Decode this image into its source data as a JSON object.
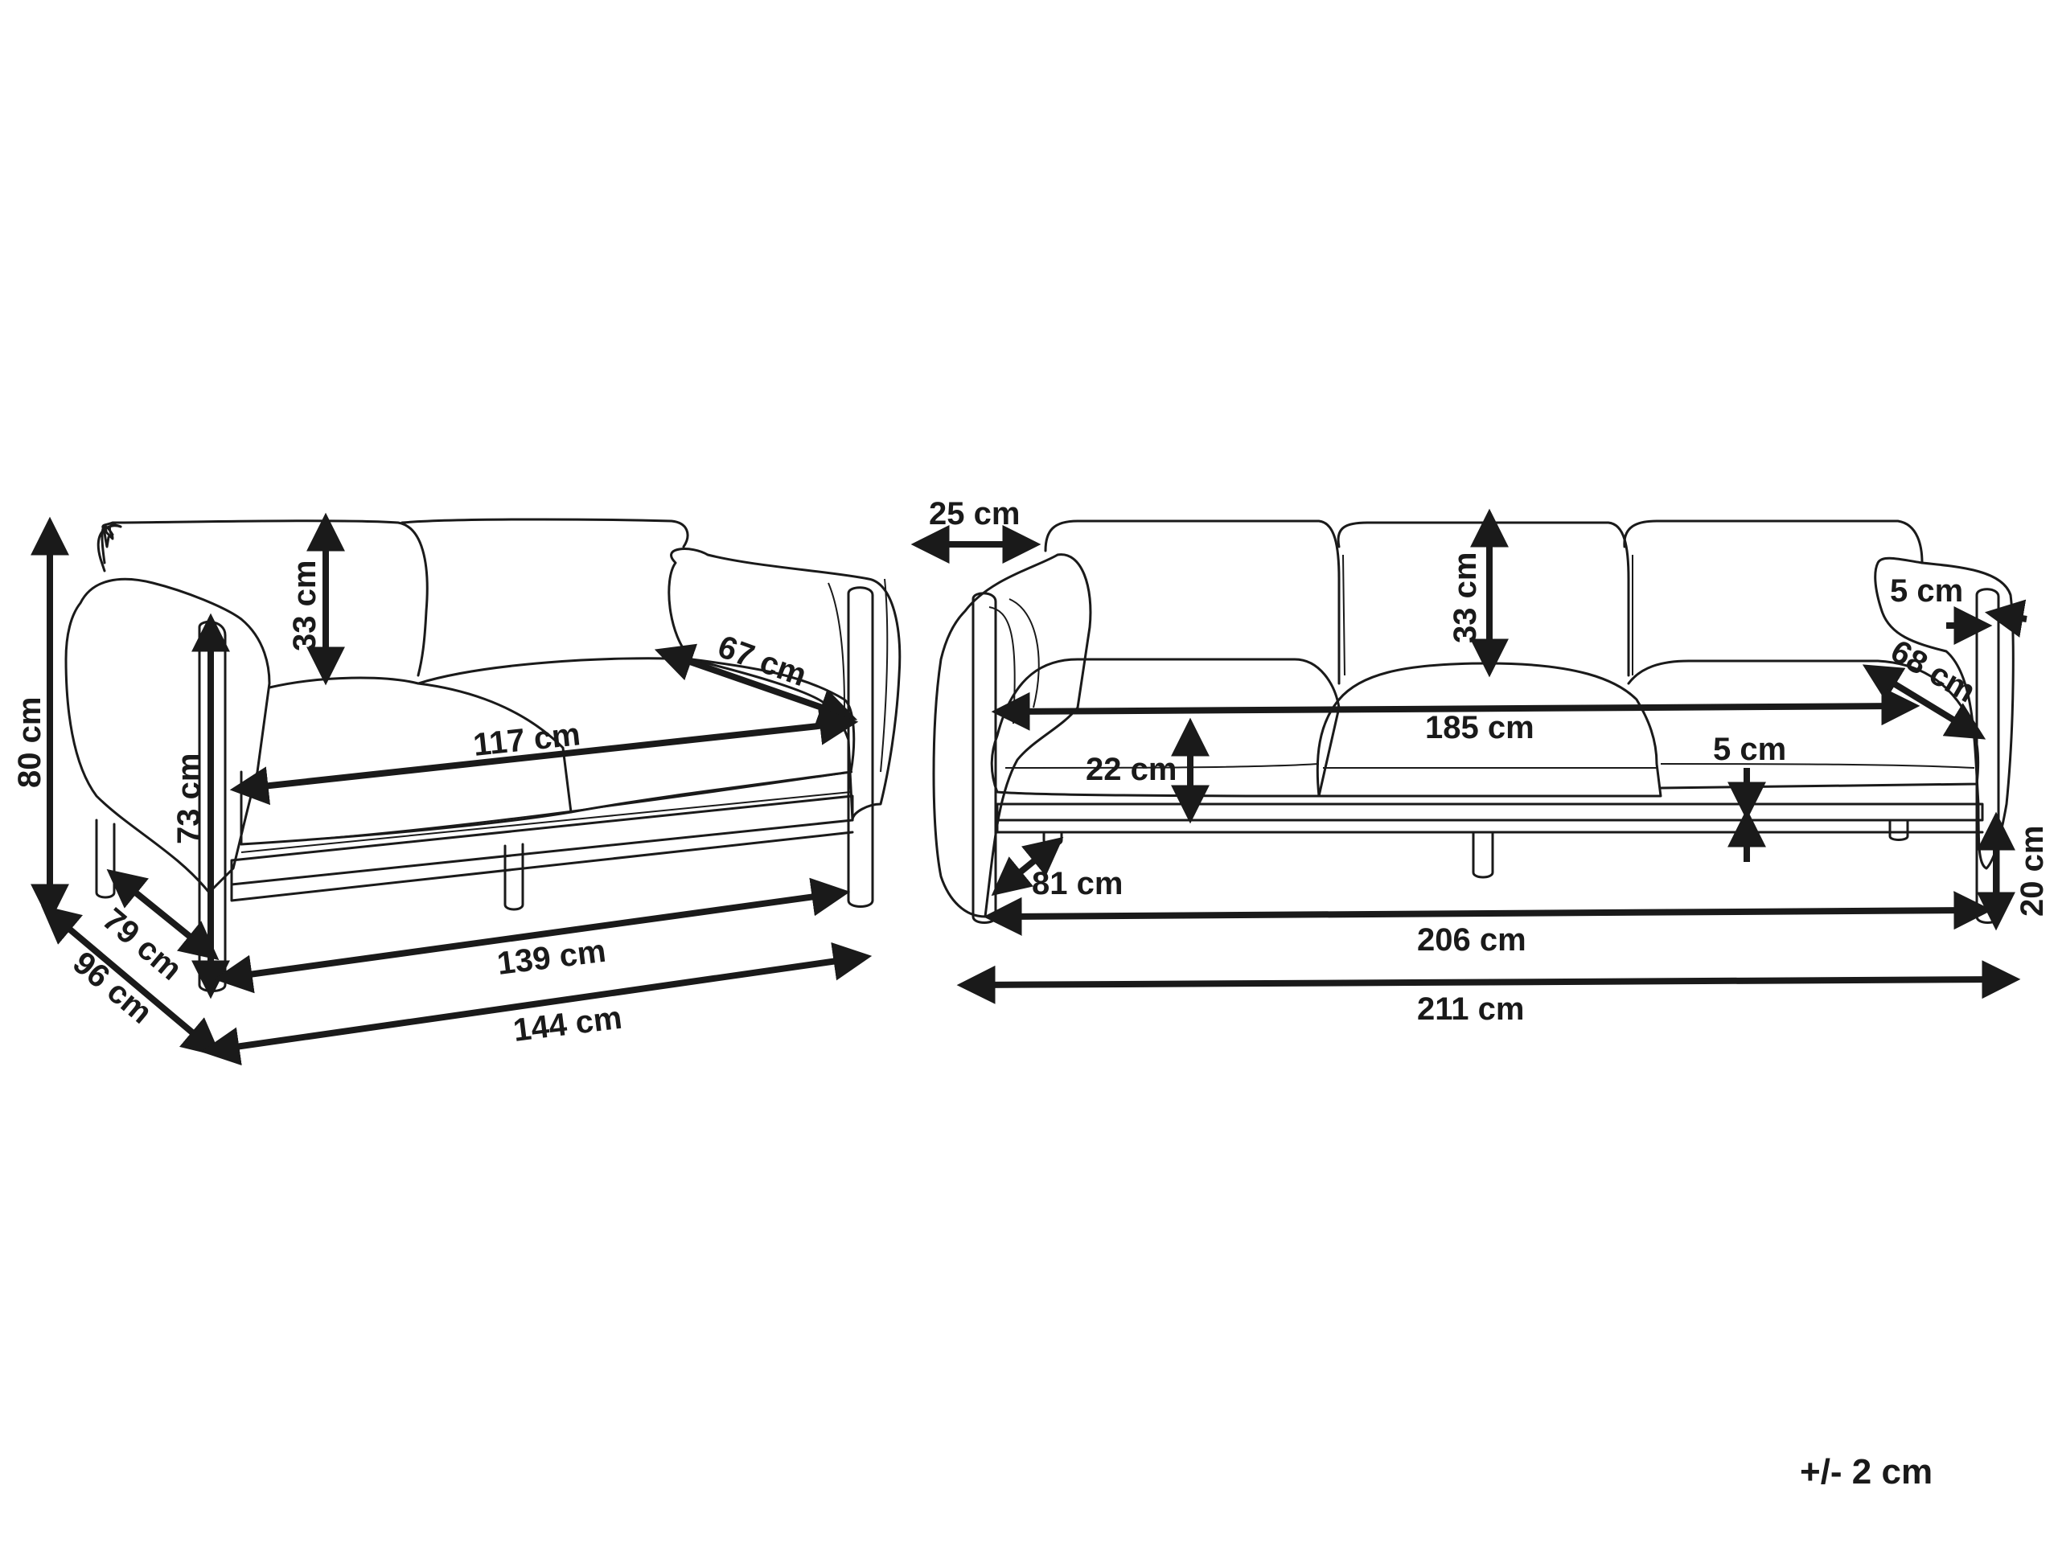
{
  "loveseat": {
    "labels": {
      "height_total": "80 cm",
      "back_cushion": "33 cm",
      "armrest_depth": "67 cm",
      "seat_width": "117 cm",
      "arm_height": "73 cm",
      "seat_depth": "79 cm",
      "depth_total": "96 cm",
      "width_inner": "139 cm",
      "width_total": "144 cm"
    }
  },
  "sofa": {
    "labels": {
      "armrest_width": "25 cm",
      "back_cushion": "33 cm",
      "arm_leg_width": "5 cm",
      "armrest_depth": "68 cm",
      "seat_width": "185 cm",
      "seat_height": "22 cm",
      "cushion_gap": "5 cm",
      "seat_depth": "81 cm",
      "leg_height": "20 cm",
      "width_inner": "206 cm",
      "width_total": "211 cm"
    }
  },
  "tolerance": "+/- 2 cm"
}
